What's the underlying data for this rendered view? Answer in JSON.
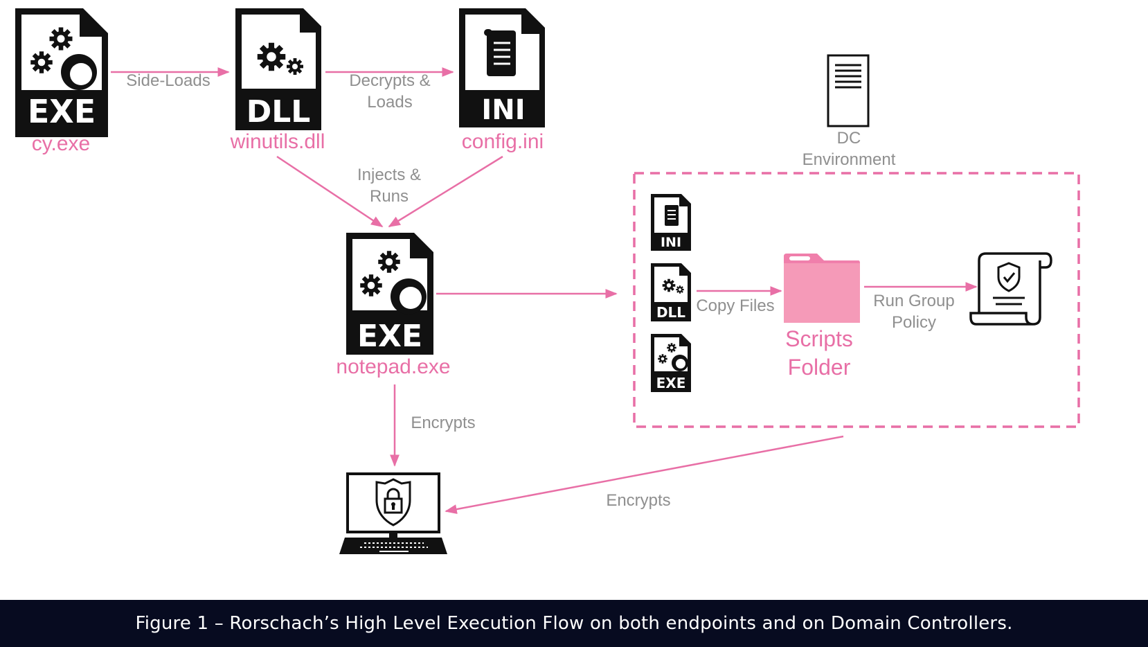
{
  "colors": {
    "accent": "#e86fa6",
    "label_gray": "#8f8f8f",
    "caption_bg": "#070b20",
    "folder_pink": "#f59ab8"
  },
  "files": {
    "cy_exe": {
      "badge": "EXE",
      "name": "cy.exe"
    },
    "winutils_dll": {
      "badge": "DLL",
      "name": "winutils.dll"
    },
    "config_ini": {
      "badge": "INI",
      "name": "config.ini"
    },
    "notepad_exe": {
      "badge": "EXE",
      "name": "notepad.exe"
    }
  },
  "edges": {
    "side_loads": "Side-Loads",
    "decrypts_loads": [
      "Decrypts &",
      "Loads"
    ],
    "injects_runs": [
      "Injects &",
      "Runs"
    ],
    "encrypts_down": "Encrypts",
    "copy_files": "Copy Files",
    "run_group_policy": [
      "Run Group",
      "Policy"
    ],
    "encrypts_dc": "Encrypts"
  },
  "dc": {
    "label": [
      "DC",
      "Environment"
    ],
    "small_files": [
      "INI",
      "DLL",
      "EXE"
    ],
    "folder_label": [
      "Scripts",
      "Folder"
    ]
  },
  "caption": "Figure 1 – Rorschach’s High Level Execution Flow on both endpoints and on Domain Controllers."
}
